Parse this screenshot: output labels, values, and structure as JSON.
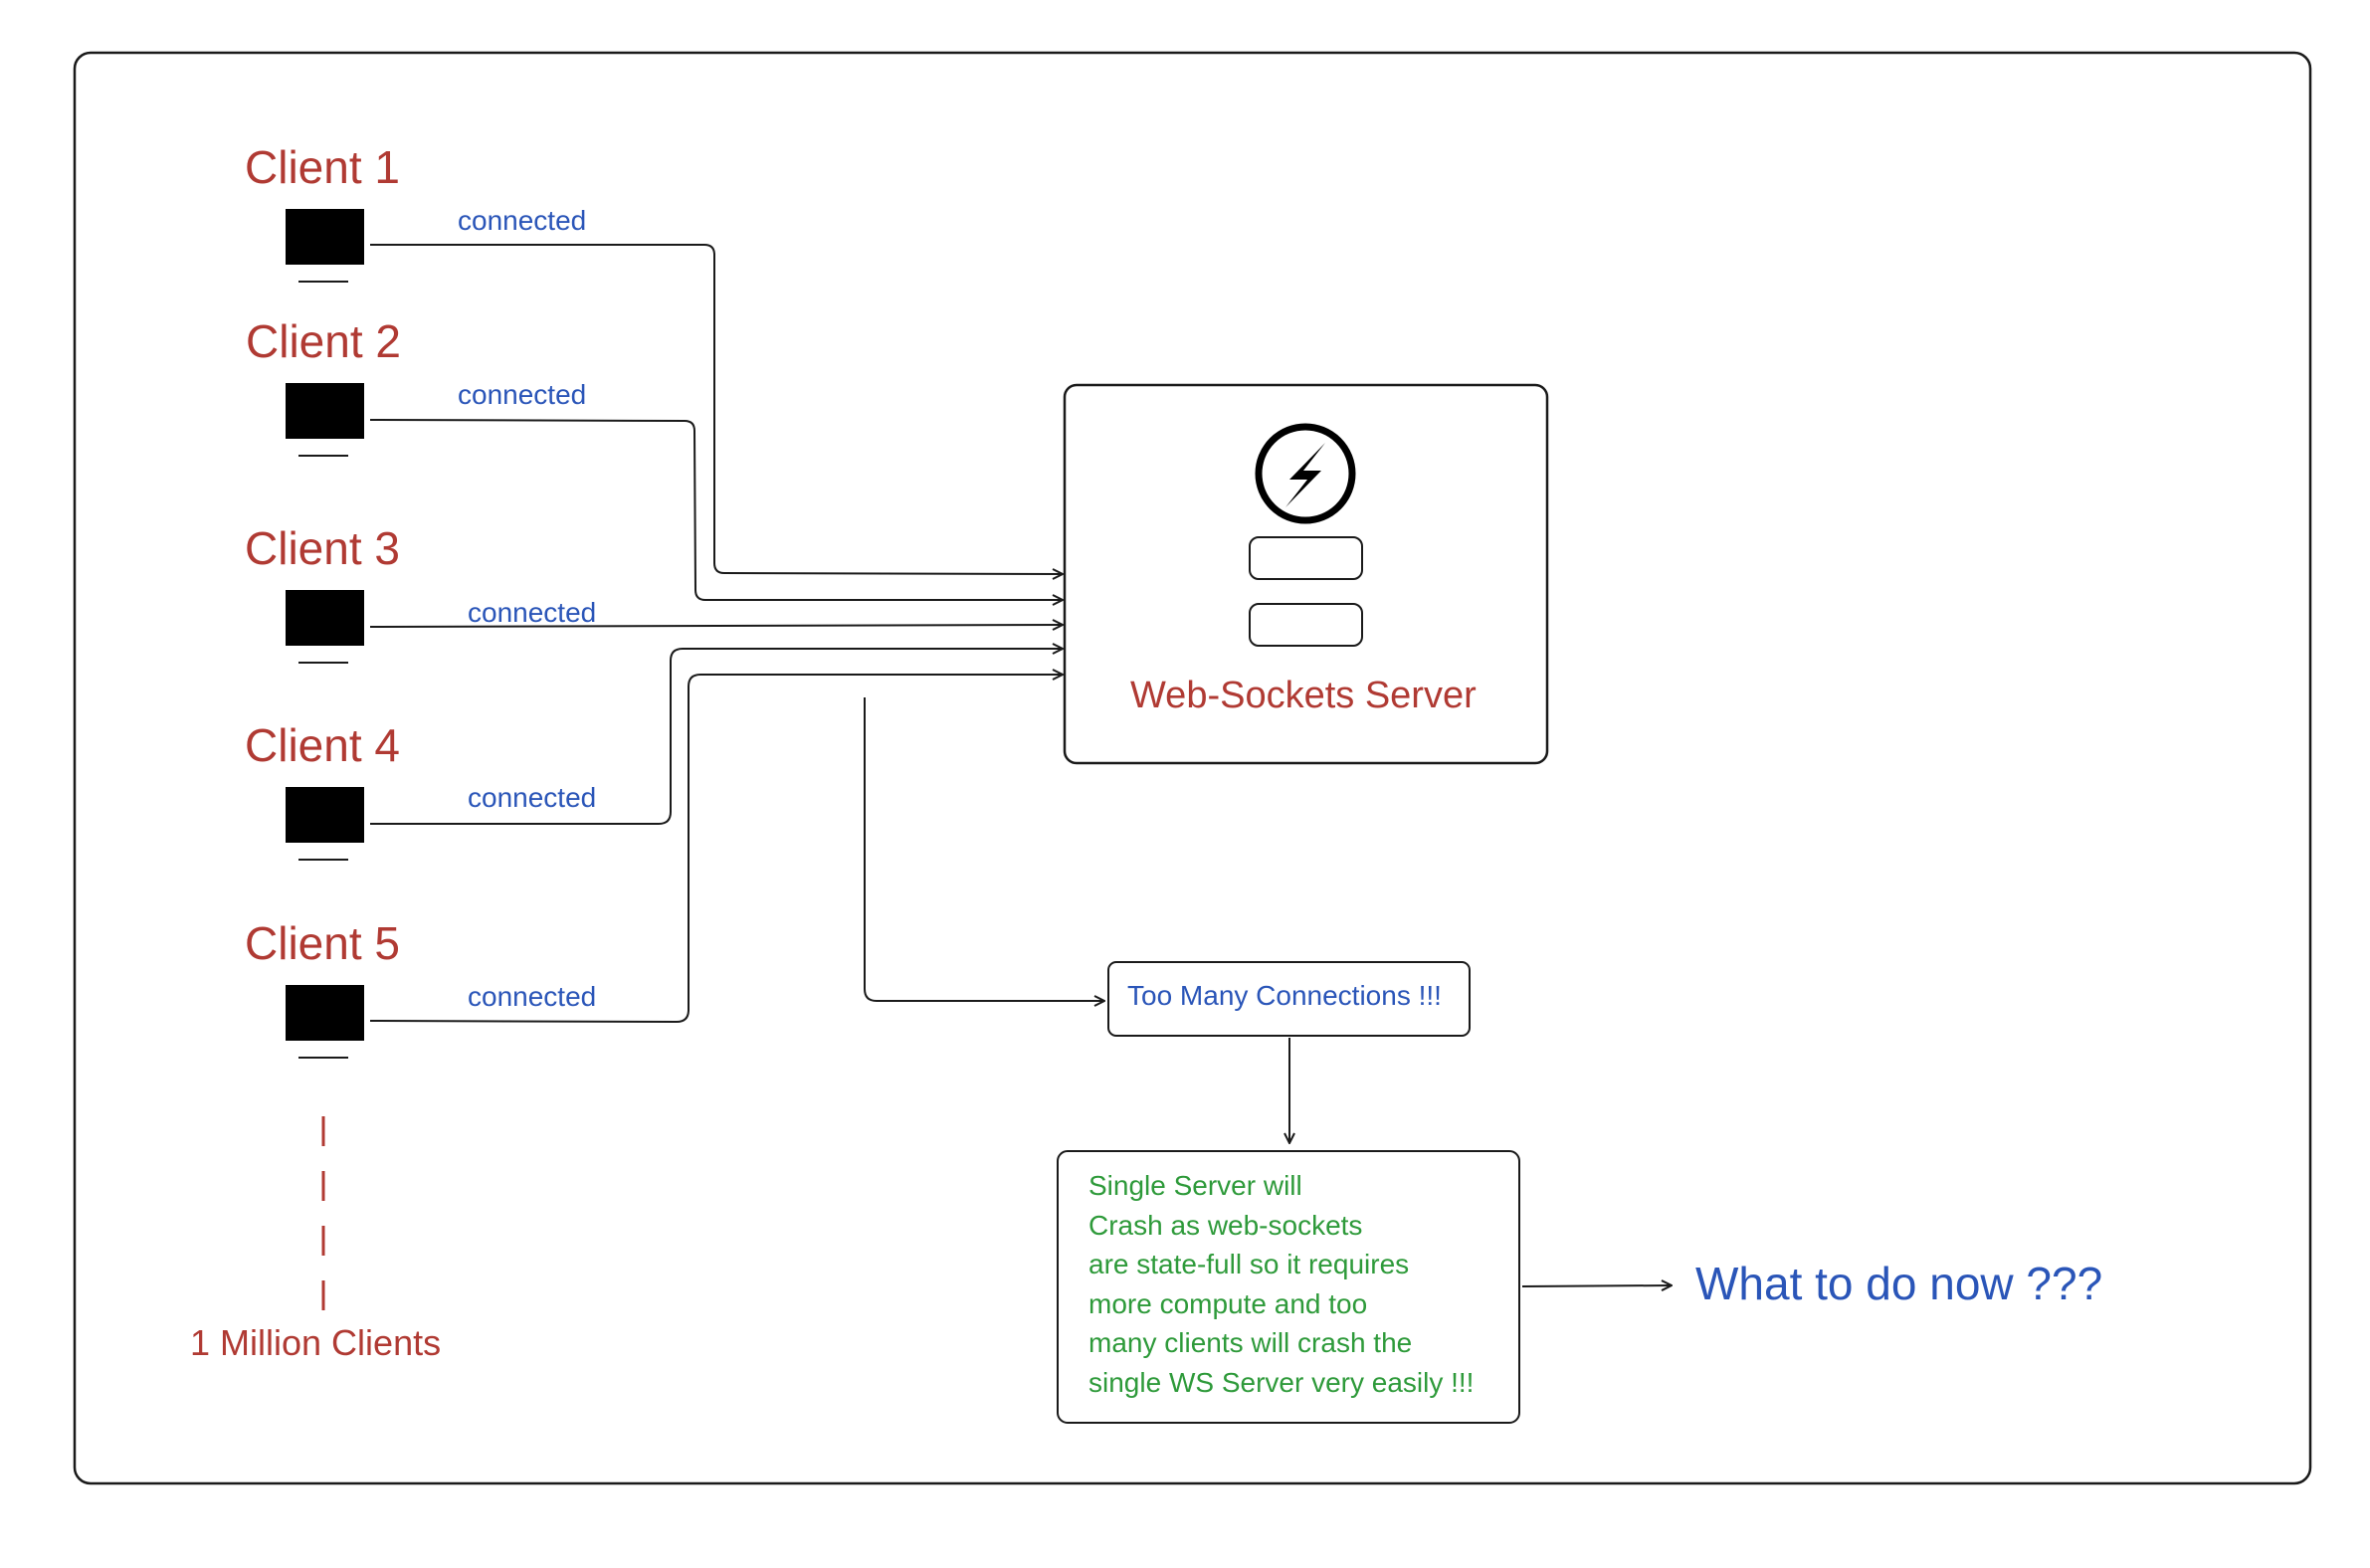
{
  "clients": [
    {
      "title": "Client 1",
      "connection": "connected"
    },
    {
      "title": "Client 2",
      "connection": "connected"
    },
    {
      "title": "Client 3",
      "connection": "connected"
    },
    {
      "title": "Client 4",
      "connection": "connected"
    },
    {
      "title": "Client 5",
      "connection": "connected"
    }
  ],
  "more_clients": "1 Million Clients",
  "server": {
    "title": "Web-Sockets Server",
    "icon": "socket-io-icon"
  },
  "overload": {
    "label": "Too Many Connections !!!"
  },
  "consequence": {
    "lines": [
      "Single Server will",
      "Crash as web-sockets",
      "are state-full so it requires",
      "more compute and too",
      "many clients will crash the",
      "single WS Server very easily !!!"
    ]
  },
  "question": "What to do now ???",
  "colors": {
    "client_red": "#b03a33",
    "label_blue": "#2a55b8",
    "note_green": "#2e9a3a",
    "stroke": "#1a1a1a"
  }
}
